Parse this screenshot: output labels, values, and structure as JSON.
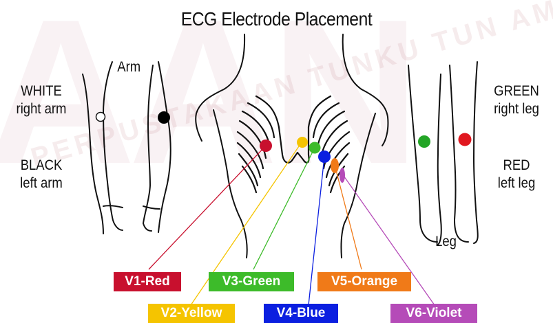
{
  "title": "ECG Electrode Placement",
  "labels": {
    "white_color": "WHITE",
    "white_limb": "right arm",
    "black_color": "BLACK",
    "black_limb": "left arm",
    "green_color": "GREEN",
    "green_limb": "right leg",
    "red_color": "RED",
    "red_limb": "left leg",
    "arm": "Arm",
    "leg": "Leg"
  },
  "leads": [
    {
      "id": "v1",
      "text": "V1-Red",
      "color": "#c8102e"
    },
    {
      "id": "v2",
      "text": "V2-Yellow",
      "color": "#f5c400"
    },
    {
      "id": "v3",
      "text": "V3-Green",
      "color": "#3dbb2a"
    },
    {
      "id": "v4",
      "text": "V4-Blue",
      "color": "#0b1fe0"
    },
    {
      "id": "v5",
      "text": "V5-Orange",
      "color": "#f07a18"
    },
    {
      "id": "v6",
      "text": "V6-Violet",
      "color": "#b54bb8"
    }
  ],
  "limb_electrode_colors": {
    "white": "#ffffff",
    "black": "#000000",
    "green": "#23a526",
    "red": "#e0171f"
  },
  "watermark": {
    "large_text": "AAN",
    "arc_text": "PERPUSTAKAAN TUNKU TUN AMINAH"
  }
}
